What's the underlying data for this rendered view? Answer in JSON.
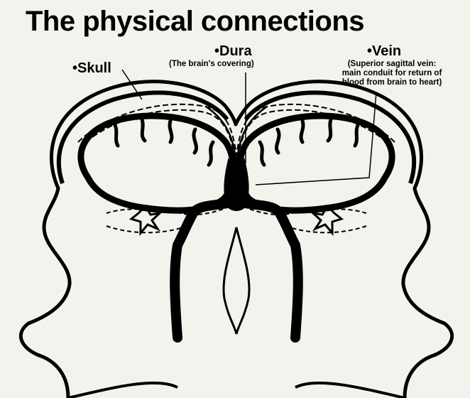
{
  "title": "The physical connections",
  "labels": {
    "skull": {
      "name": "•Skull"
    },
    "dura": {
      "name": "•Dura",
      "description": "(The brain's covering)"
    },
    "vein": {
      "name": "•Vein",
      "description_lines": [
        "(Superior sagittal vein:",
        "main conduit for return of",
        "blood from brain to heart)"
      ]
    }
  }
}
